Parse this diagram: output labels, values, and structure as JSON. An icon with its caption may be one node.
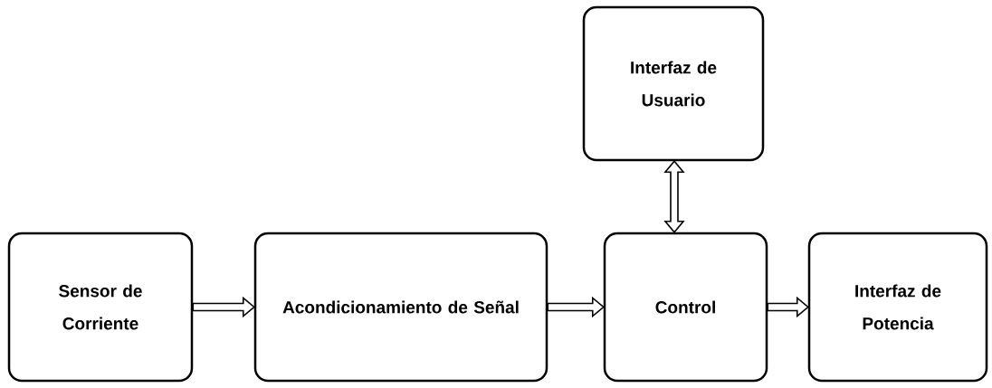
{
  "diagram": {
    "nodes": [
      {
        "text": [
          "Interfaz de Usuario"
        ]
      },
      {
        "text": [
          "Sensor de Corriente"
        ]
      },
      {
        "text": [
          "Acondicionamiento de Señal"
        ]
      },
      {
        "text": [
          "Control"
        ]
      },
      {
        "text": [
          "Interfaz de Potencia"
        ]
      }
    ],
    "edges": [
      {
        "from": 1,
        "to": 2,
        "arrow": "to"
      },
      {
        "from": 2,
        "to": 3,
        "arrow": "to"
      },
      {
        "from": 3,
        "to": 4,
        "arrow": "to"
      },
      {
        "from": 0,
        "to": 3,
        "arrow": "both"
      }
    ]
  }
}
